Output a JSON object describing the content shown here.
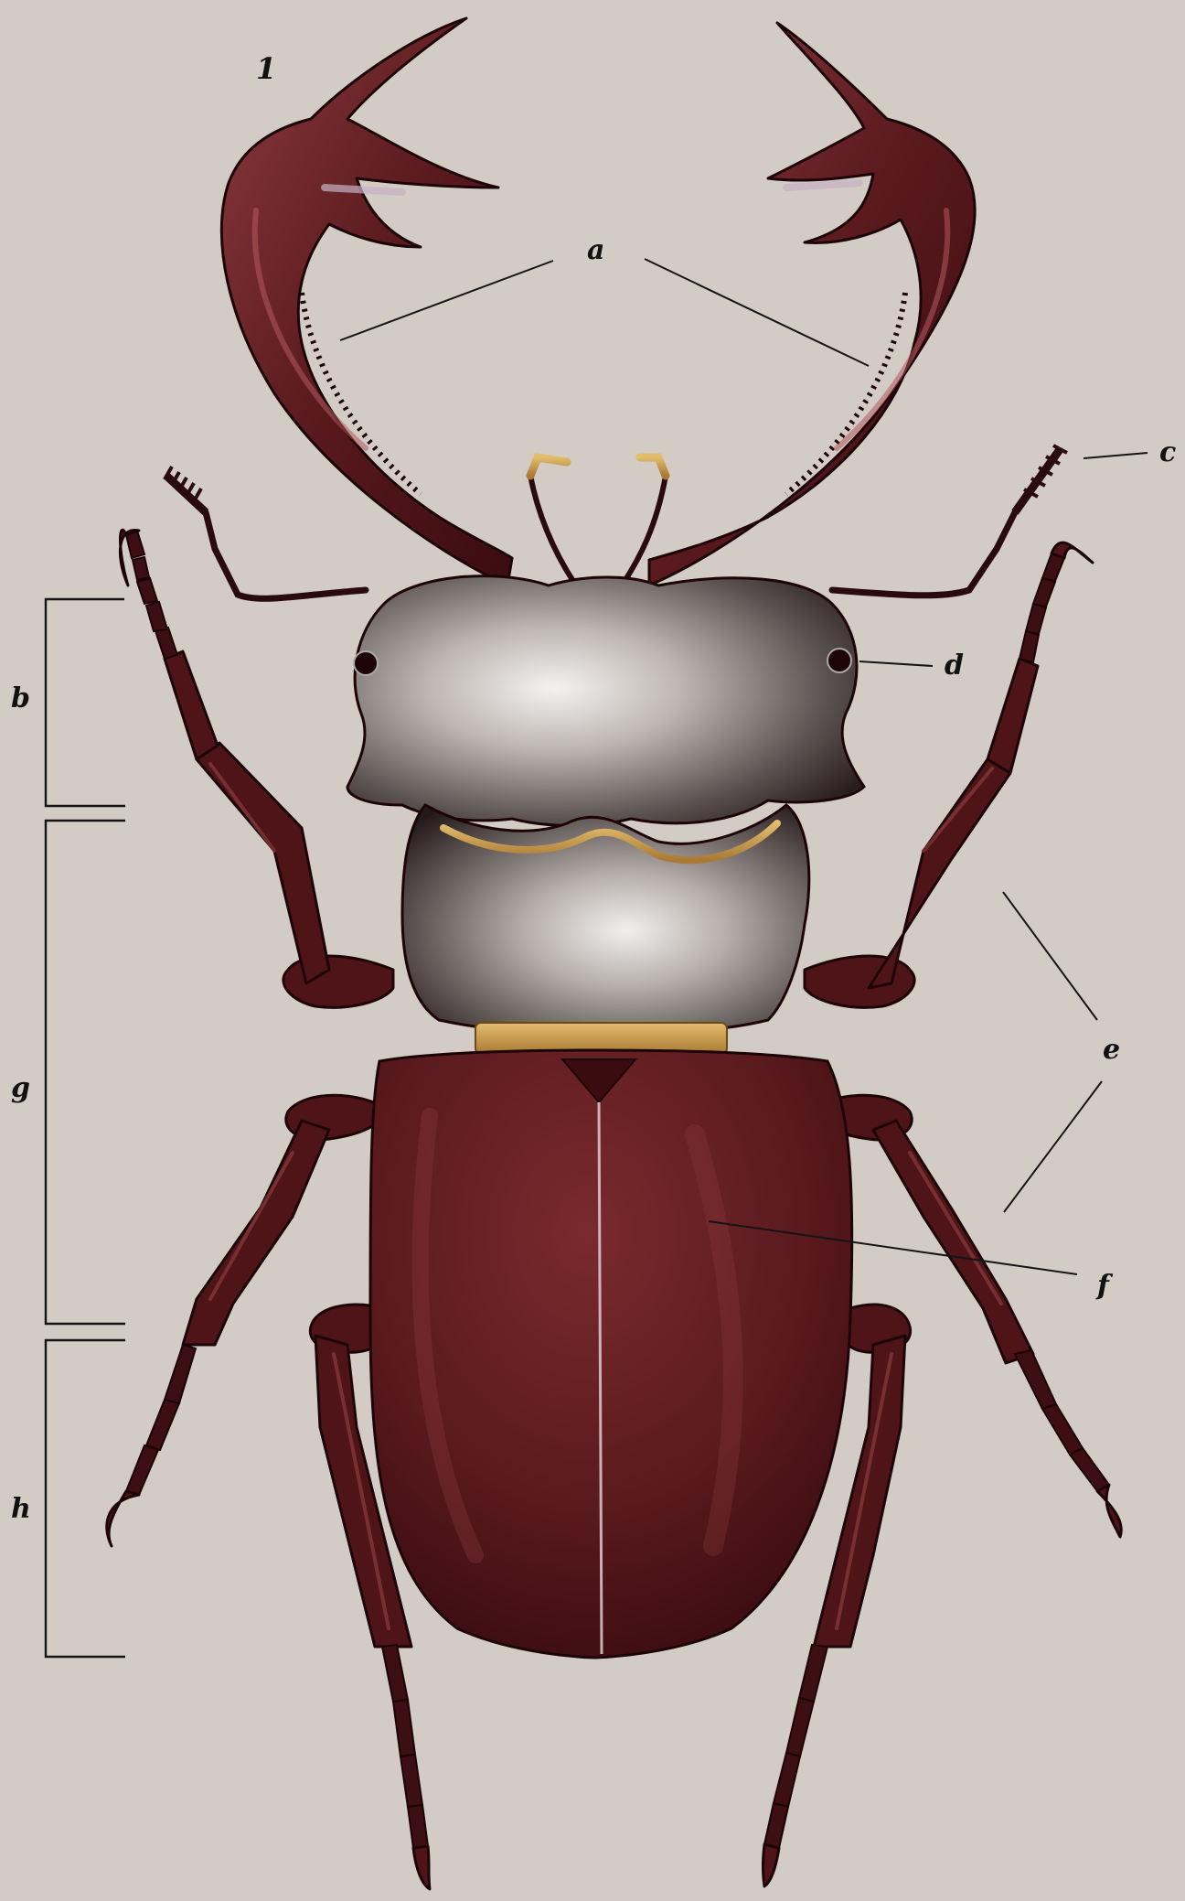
{
  "figure_number": "1",
  "labels": {
    "a": "a",
    "b": "b",
    "c": "c",
    "d": "d",
    "e": "e",
    "f": "f",
    "g": "g",
    "h": "h"
  },
  "colors": {
    "background": "#d3ccc4",
    "body_brown": "#5a1a1e",
    "dark_outline": "#1d0507",
    "thorax_grey": "#6e6664",
    "gold_band": "#c9a053"
  }
}
